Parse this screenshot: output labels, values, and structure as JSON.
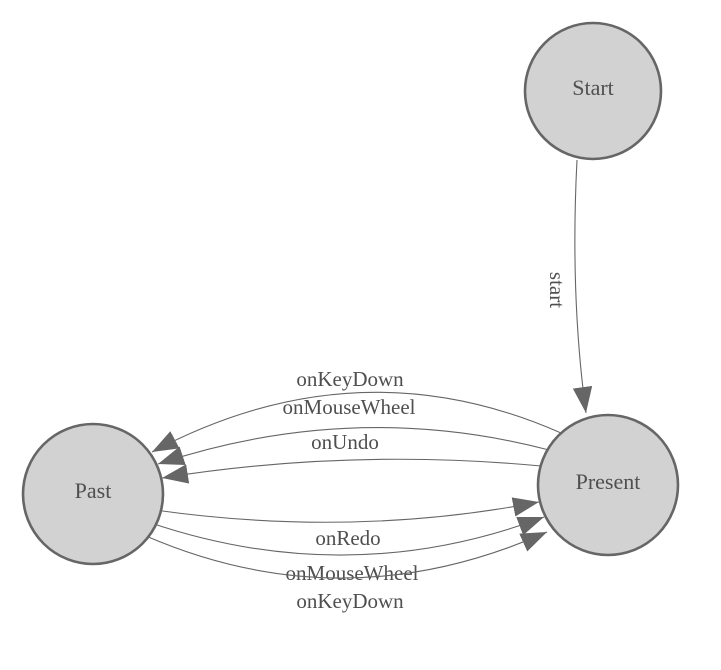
{
  "diagram": {
    "type": "state-machine",
    "colors": {
      "background": "#ffffff",
      "node_fill": "#d2d2d2",
      "node_stroke": "#666666",
      "edge_stroke": "#666666",
      "arrow_fill": "#666666",
      "label_text": "#4f4f4f"
    },
    "nodes": [
      {
        "id": "start",
        "label": "Start"
      },
      {
        "id": "past",
        "label": "Past"
      },
      {
        "id": "present",
        "label": "Present"
      }
    ],
    "edges": [
      {
        "from": "start",
        "to": "present",
        "label": "start"
      },
      {
        "from": "present",
        "to": "past",
        "label": "onKeyDown"
      },
      {
        "from": "present",
        "to": "past",
        "label": "onMouseWheel"
      },
      {
        "from": "present",
        "to": "past",
        "label": "onUndo"
      },
      {
        "from": "past",
        "to": "present",
        "label": "onRedo"
      },
      {
        "from": "past",
        "to": "present",
        "label": "onMouseWheel"
      },
      {
        "from": "past",
        "to": "present",
        "label": "onKeyDown"
      }
    ]
  }
}
